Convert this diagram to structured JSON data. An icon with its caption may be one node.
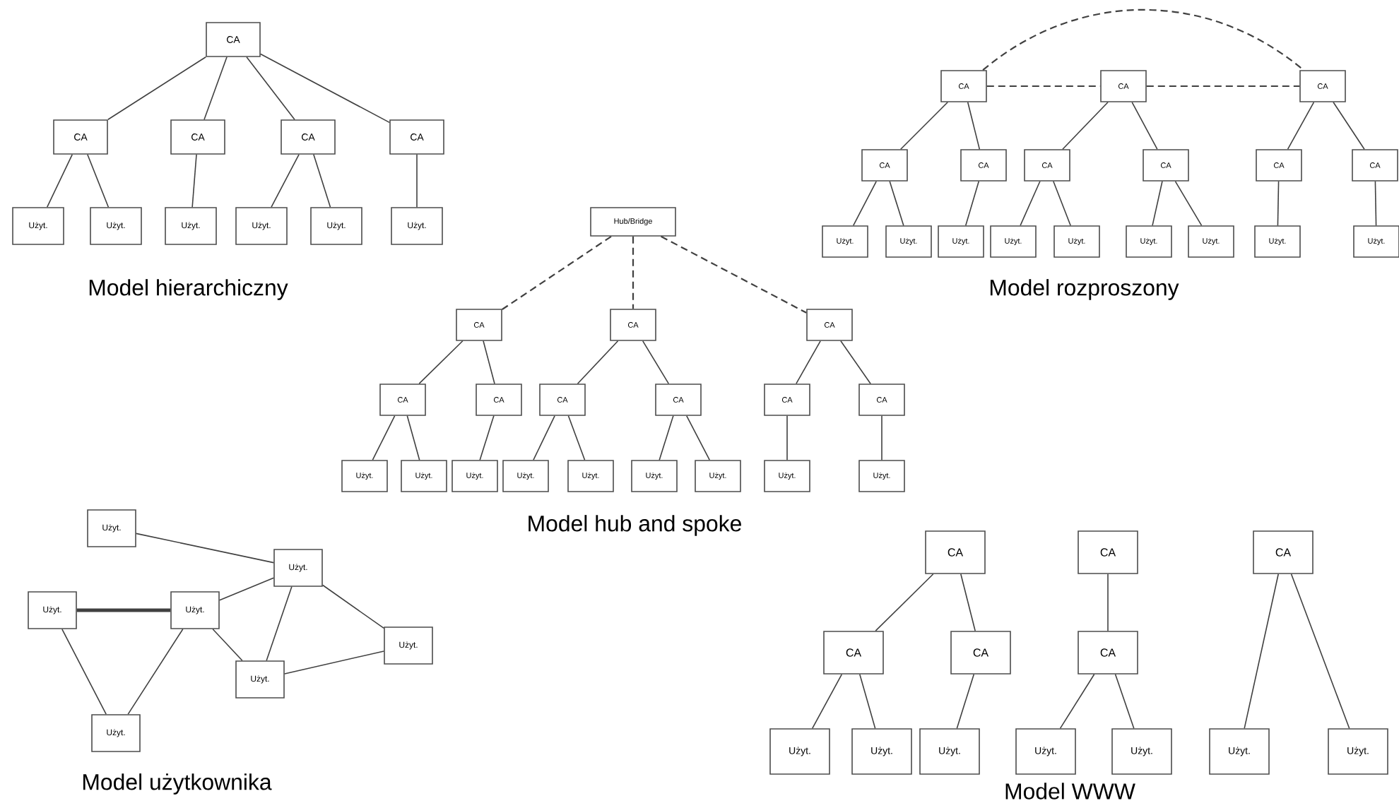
{
  "diagram": {
    "nodes": [
      {
        "text": [
          "CA"
        ]
      },
      {
        "text": [
          "CA"
        ]
      },
      {
        "text": [
          "CA"
        ]
      },
      {
        "text": [
          "CA"
        ]
      },
      {
        "text": [
          "CA"
        ]
      },
      {
        "text": [
          "Użyt."
        ]
      },
      {
        "text": [
          "Użyt."
        ]
      },
      {
        "text": [
          "Użyt."
        ]
      },
      {
        "text": [
          "Użyt."
        ]
      },
      {
        "text": [
          "Użyt."
        ]
      },
      {
        "text": [
          "Użyt."
        ]
      },
      {
        "text": [
          "CA"
        ]
      },
      {
        "text": [
          "CA"
        ]
      },
      {
        "text": [
          "CA"
        ]
      },
      {
        "text": [
          "CA"
        ]
      },
      {
        "text": [
          "CA"
        ]
      },
      {
        "text": [
          "CA"
        ]
      },
      {
        "text": [
          "CA"
        ]
      },
      {
        "text": [
          "CA"
        ]
      },
      {
        "text": [
          "CA"
        ]
      },
      {
        "text": [
          "Użyt."
        ]
      },
      {
        "text": [
          "Użyt."
        ]
      },
      {
        "text": [
          "Użyt."
        ]
      },
      {
        "text": [
          "Użyt."
        ]
      },
      {
        "text": [
          "Użyt."
        ]
      },
      {
        "text": [
          "Użyt."
        ]
      },
      {
        "text": [
          "Użyt."
        ]
      },
      {
        "text": [
          "Użyt."
        ]
      },
      {
        "text": [
          "Użyt."
        ]
      },
      {
        "text": [
          "Hub/Bridge"
        ]
      },
      {
        "text": [
          "CA"
        ]
      },
      {
        "text": [
          "CA"
        ]
      },
      {
        "text": [
          "CA"
        ]
      },
      {
        "text": [
          "CA"
        ]
      },
      {
        "text": [
          "CA"
        ]
      },
      {
        "text": [
          "CA"
        ]
      },
      {
        "text": [
          "CA"
        ]
      },
      {
        "text": [
          "CA"
        ]
      },
      {
        "text": [
          "CA"
        ]
      },
      {
        "text": [
          "Użyt."
        ]
      },
      {
        "text": [
          "Użyt."
        ]
      },
      {
        "text": [
          "Użyt."
        ]
      },
      {
        "text": [
          "Użyt."
        ]
      },
      {
        "text": [
          "Użyt."
        ]
      },
      {
        "text": [
          "Użyt."
        ]
      },
      {
        "text": [
          "Użyt."
        ]
      },
      {
        "text": [
          "Użyt."
        ]
      },
      {
        "text": [
          "Użyt."
        ]
      },
      {
        "text": [
          "Użyt."
        ]
      },
      {
        "text": [
          "Użyt."
        ]
      },
      {
        "text": [
          "Użyt."
        ]
      },
      {
        "text": [
          "Użyt."
        ]
      },
      {
        "text": [
          "Użyt."
        ]
      },
      {
        "text": [
          "Użyt."
        ]
      },
      {
        "text": [
          "Użyt."
        ]
      },
      {
        "text": [
          "CA"
        ]
      },
      {
        "text": [
          "CA"
        ]
      },
      {
        "text": [
          "CA"
        ]
      },
      {
        "text": [
          "CA"
        ]
      },
      {
        "text": [
          "CA"
        ]
      },
      {
        "text": [
          "CA"
        ]
      },
      {
        "text": [
          "Użyt."
        ]
      },
      {
        "text": [
          "Użyt."
        ]
      },
      {
        "text": [
          "Użyt."
        ]
      },
      {
        "text": [
          "Użyt."
        ]
      },
      {
        "text": [
          "Użyt."
        ]
      },
      {
        "text": [
          "Użyt."
        ]
      },
      {
        "text": [
          "Użyt."
        ]
      }
    ],
    "edges": [
      {
        "from": 0,
        "to": 1,
        "arrow": "none"
      },
      {
        "from": 0,
        "to": 2,
        "arrow": "none"
      },
      {
        "from": 0,
        "to": 3,
        "arrow": "none"
      },
      {
        "from": 0,
        "to": 4,
        "arrow": "none"
      },
      {
        "from": 1,
        "to": 5,
        "arrow": "none"
      },
      {
        "from": 1,
        "to": 6,
        "arrow": "none"
      },
      {
        "from": 2,
        "to": 7,
        "arrow": "none"
      },
      {
        "from": 3,
        "to": 8,
        "arrow": "none"
      },
      {
        "from": 3,
        "to": 9,
        "arrow": "none"
      },
      {
        "from": 4,
        "to": 10,
        "arrow": "none"
      },
      {
        "from": 11,
        "to": 12,
        "arrow": "none",
        "style": "dashed"
      },
      {
        "from": 12,
        "to": 13,
        "arrow": "none",
        "style": "dashed"
      },
      {
        "from": 11,
        "to": 13,
        "arrow": "none",
        "style": "dashed"
      },
      {
        "from": 11,
        "to": 14,
        "arrow": "none"
      },
      {
        "from": 11,
        "to": 15,
        "arrow": "none"
      },
      {
        "from": 12,
        "to": 16,
        "arrow": "none"
      },
      {
        "from": 12,
        "to": 17,
        "arrow": "none"
      },
      {
        "from": 13,
        "to": 18,
        "arrow": "none"
      },
      {
        "from": 13,
        "to": 19,
        "arrow": "none"
      },
      {
        "from": 14,
        "to": 20,
        "arrow": "none"
      },
      {
        "from": 14,
        "to": 21,
        "arrow": "none"
      },
      {
        "from": 15,
        "to": 22,
        "arrow": "none"
      },
      {
        "from": 16,
        "to": 23,
        "arrow": "none"
      },
      {
        "from": 16,
        "to": 24,
        "arrow": "none"
      },
      {
        "from": 17,
        "to": 25,
        "arrow": "none"
      },
      {
        "from": 17,
        "to": 26,
        "arrow": "none"
      },
      {
        "from": 18,
        "to": 27,
        "arrow": "none"
      },
      {
        "from": 19,
        "to": 28,
        "arrow": "none"
      },
      {
        "from": 29,
        "to": 30,
        "arrow": "none",
        "style": "dashed"
      },
      {
        "from": 29,
        "to": 31,
        "arrow": "none",
        "style": "dashed"
      },
      {
        "from": 29,
        "to": 32,
        "arrow": "none",
        "style": "dashed"
      },
      {
        "from": 30,
        "to": 33,
        "arrow": "none"
      },
      {
        "from": 30,
        "to": 34,
        "arrow": "none"
      },
      {
        "from": 31,
        "to": 35,
        "arrow": "none"
      },
      {
        "from": 31,
        "to": 36,
        "arrow": "none"
      },
      {
        "from": 32,
        "to": 37,
        "arrow": "none"
      },
      {
        "from": 32,
        "to": 38,
        "arrow": "none"
      },
      {
        "from": 33,
        "to": 39,
        "arrow": "none"
      },
      {
        "from": 33,
        "to": 40,
        "arrow": "none"
      },
      {
        "from": 34,
        "to": 41,
        "arrow": "none"
      },
      {
        "from": 35,
        "to": 42,
        "arrow": "none"
      },
      {
        "from": 35,
        "to": 43,
        "arrow": "none"
      },
      {
        "from": 36,
        "to": 44,
        "arrow": "none"
      },
      {
        "from": 36,
        "to": 45,
        "arrow": "none"
      },
      {
        "from": 37,
        "to": 46,
        "arrow": "none"
      },
      {
        "from": 38,
        "to": 47,
        "arrow": "none"
      },
      {
        "from": 48,
        "to": 49,
        "arrow": "none"
      },
      {
        "from": 50,
        "to": 51,
        "arrow": "none",
        "style": "thick"
      },
      {
        "from": 50,
        "to": 54,
        "arrow": "none"
      },
      {
        "from": 51,
        "to": 54,
        "arrow": "none"
      },
      {
        "from": 51,
        "to": 49,
        "arrow": "none"
      },
      {
        "from": 51,
        "to": 53,
        "arrow": "none"
      },
      {
        "from": 49,
        "to": 53,
        "arrow": "none"
      },
      {
        "from": 49,
        "to": 52,
        "arrow": "none"
      },
      {
        "from": 53,
        "to": 52,
        "arrow": "none"
      },
      {
        "from": 55,
        "to": 58,
        "arrow": "none"
      },
      {
        "from": 55,
        "to": 59,
        "arrow": "none"
      },
      {
        "from": 56,
        "to": 60,
        "arrow": "none"
      },
      {
        "from": 58,
        "to": 61,
        "arrow": "none"
      },
      {
        "from": 58,
        "to": 62,
        "arrow": "none"
      },
      {
        "from": 59,
        "to": 63,
        "arrow": "none"
      },
      {
        "from": 60,
        "to": 64,
        "arrow": "none"
      },
      {
        "from": 60,
        "to": 65,
        "arrow": "none"
      },
      {
        "from": 57,
        "to": 66,
        "arrow": "none"
      },
      {
        "from": 57,
        "to": 67,
        "arrow": "none"
      }
    ],
    "labels": [
      "Model hierarchiczny",
      "Model rozproszony",
      "Model hub and spoke",
      "Model użytkownika",
      "Model WWW"
    ]
  }
}
